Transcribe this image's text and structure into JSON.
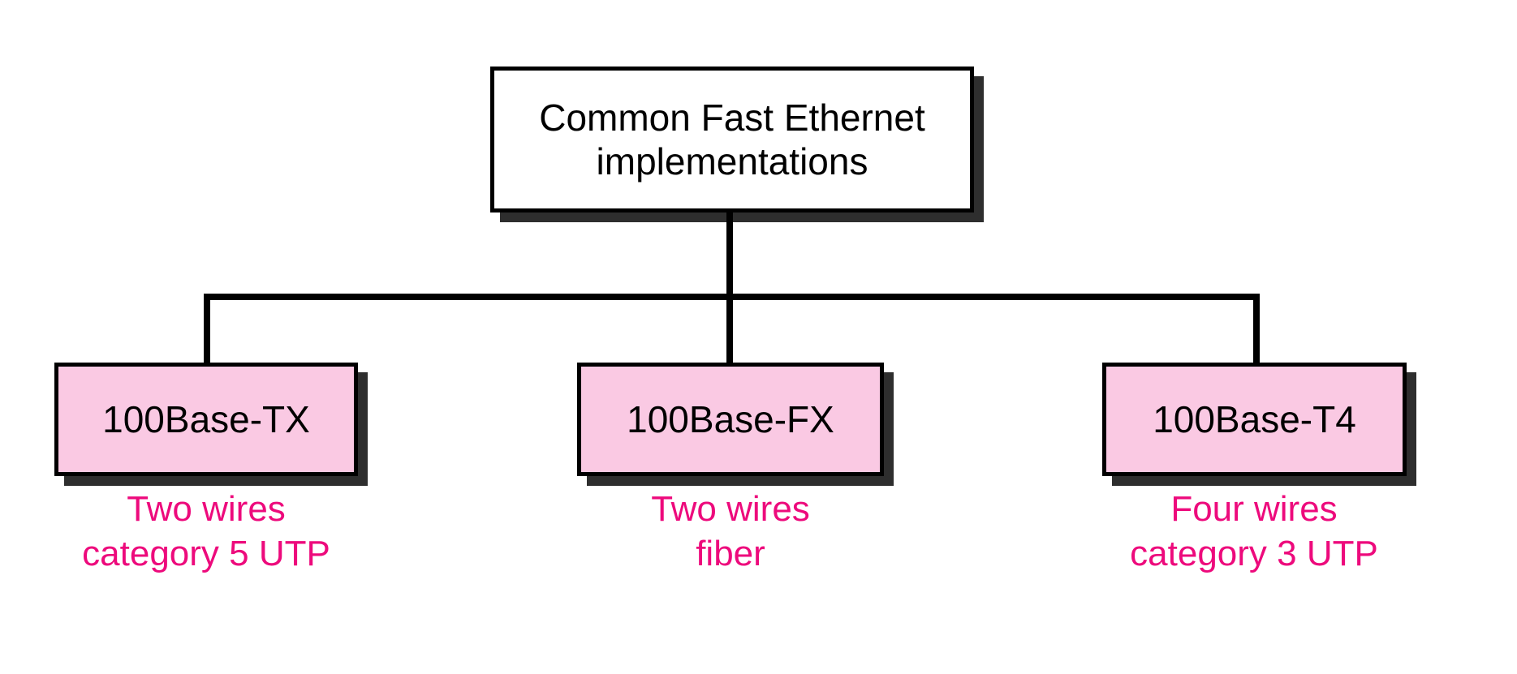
{
  "diagram": {
    "title": "Common Fast Ethernet implementations",
    "background_color": "#ffffff",
    "root": {
      "label": "Common Fast Ethernet\nimplementations",
      "fill_color": "#ffffff",
      "border_color": "#000000",
      "shadow_color": "#2e2e2e"
    },
    "leaves": [
      {
        "label": "100Base-TX",
        "caption": "Two wires\ncategory 5 UTP",
        "fill_color": "#fac9e3",
        "border_color": "#000000",
        "caption_color": "#ed0a7c"
      },
      {
        "label": "100Base-FX",
        "caption": "Two wires\nfiber",
        "fill_color": "#fac9e3",
        "border_color": "#000000",
        "caption_color": "#ed0a7c"
      },
      {
        "label": "100Base-T4",
        "caption": "Four  wires\ncategory 3 UTP",
        "fill_color": "#fac9e3",
        "border_color": "#000000",
        "caption_color": "#ed0a7c"
      }
    ]
  }
}
